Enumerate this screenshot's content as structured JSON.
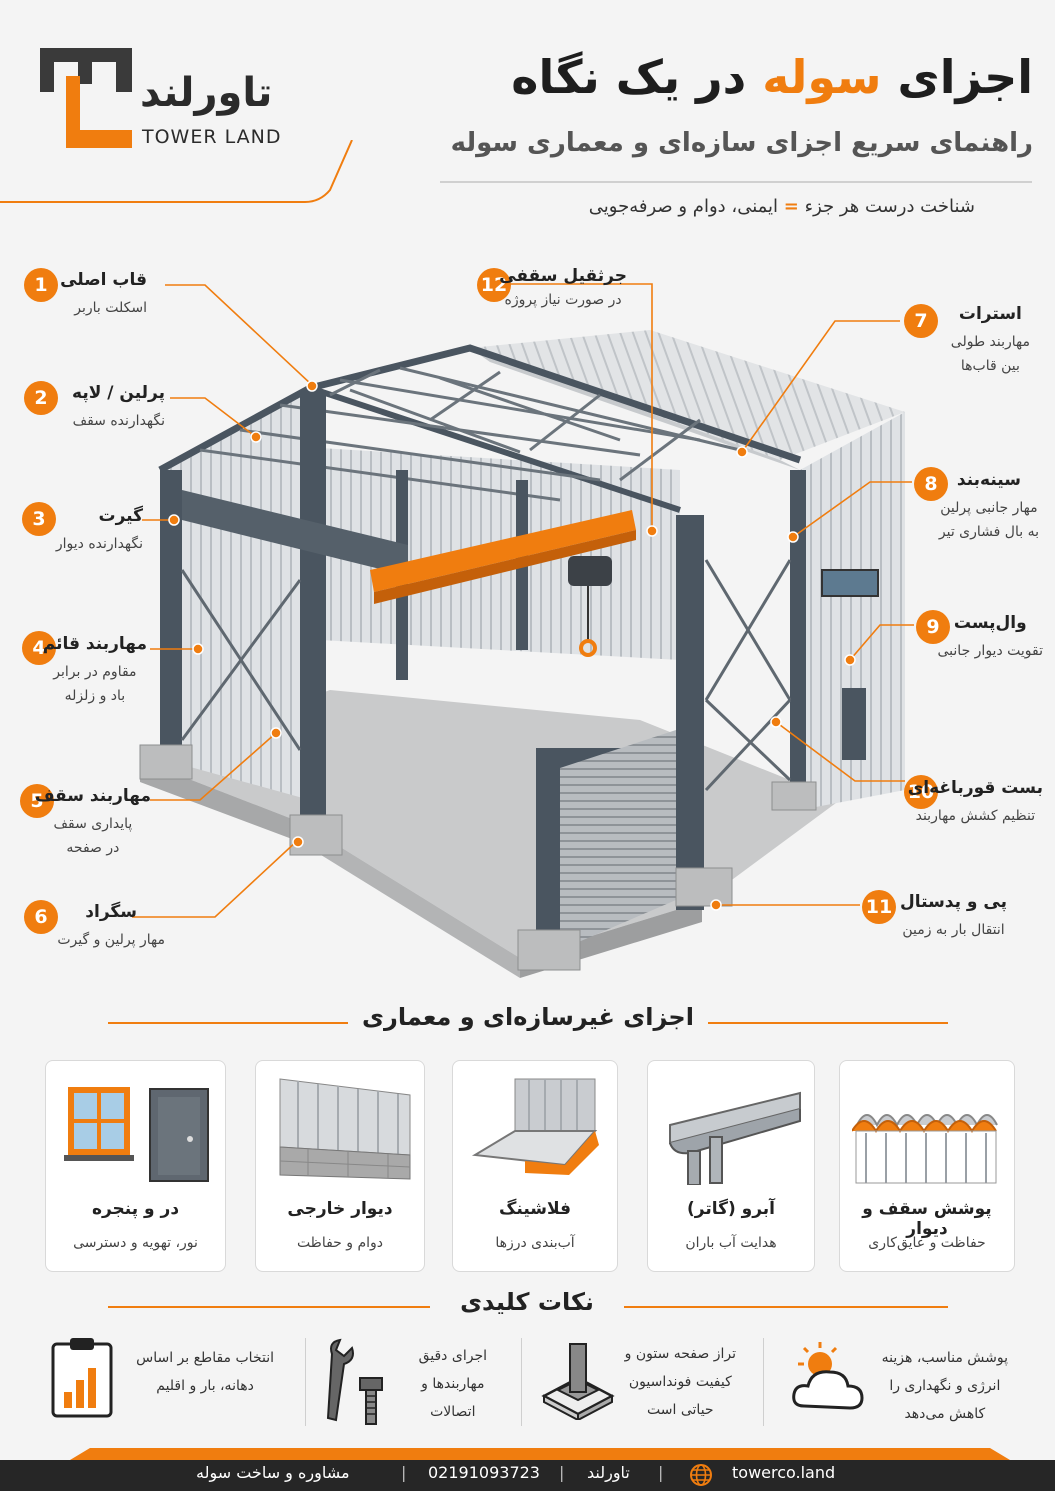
{
  "brand": {
    "name_fa": "تاورلند",
    "name_en": "TOWER LAND"
  },
  "header": {
    "title_part1": "اجزای",
    "title_highlight": "سوله",
    "title_part2": "در یک نگاه",
    "subtitle": "راهنمای سریع اجزای سازه‌ای و معماری سوله",
    "tagline_part1": "شناخت درست هر جزء",
    "tagline_eq": "=",
    "tagline_part2": "ایمنی، دوام و صرفه‌جویی"
  },
  "components": [
    {
      "num": "1",
      "title": "قاب اصلی",
      "desc": [
        "اسکلت باربر"
      ]
    },
    {
      "num": "2",
      "title": "پرلین / لاپه",
      "desc": [
        "نگهدارنده سقف"
      ]
    },
    {
      "num": "3",
      "title": "گیرت",
      "desc": [
        "نگهدارنده دیوار"
      ]
    },
    {
      "num": "4",
      "title": "مهاربند قائم",
      "desc": [
        "مقاوم در برابر",
        "باد و زلزله"
      ]
    },
    {
      "num": "5",
      "title": "مهاربند سقف",
      "desc": [
        "پایداری سقف",
        "در صفحه"
      ]
    },
    {
      "num": "6",
      "title": "سگراد",
      "desc": [
        "مهار پرلین و گیرت"
      ]
    },
    {
      "num": "7",
      "title": "استرات",
      "desc": [
        "مهاربند طولی",
        "بین قاب‌ها"
      ]
    },
    {
      "num": "8",
      "title": "سینه‌بند",
      "desc": [
        "مهار جانبی پرلین",
        "به بال فشاری تیر"
      ]
    },
    {
      "num": "9",
      "title": "وال‌پست",
      "desc": [
        "تقویت دیوار جانبی"
      ]
    },
    {
      "num": "10",
      "title": "بست قورباغه‌ای",
      "desc": [
        "تنظیم کشش مهاربند"
      ]
    },
    {
      "num": "11",
      "title": "پی و پدستال",
      "desc": [
        "انتقال بار به زمین"
      ]
    },
    {
      "num": "12",
      "title": "جرثقیل سقفی",
      "desc": [
        "در صورت نیاز پروژه"
      ]
    }
  ],
  "non_structural": {
    "heading": "اجزای غیرسازه‌ای و معماری",
    "cards": [
      {
        "icon": "roof-sheet-icon",
        "title": "پوشش سقف و دیوار",
        "desc": "حفاظت و عایق‌کاری"
      },
      {
        "icon": "gutter-icon",
        "title": "آبرو (گاتر)",
        "desc": "هدایت آب باران"
      },
      {
        "icon": "flashing-icon",
        "title": "فلاشینگ",
        "desc": "آب‌بندی درزها"
      },
      {
        "icon": "wall-icon",
        "title": "دیوار خارجی",
        "desc": "دوام و حفاظت"
      },
      {
        "icon": "door-window-icon",
        "title": "در و پنجره",
        "desc": "نور، تهویه و دسترسی"
      }
    ]
  },
  "key_points": {
    "heading": "نکات کلیدی",
    "tips": [
      {
        "icon": "sun-cloud-icon",
        "lines": [
          "پوشش مناسب، هزینه",
          "انرژی و نگهداری را",
          "کاهش می‌دهد"
        ]
      },
      {
        "icon": "base-plate-icon",
        "lines": [
          "تراز صفحه ستون و",
          "کیفیت فونداسیون",
          "حیاتی است"
        ]
      },
      {
        "icon": "wrench-bolt-icon",
        "lines": [
          "اجرای دقیق",
          "مهاربندها و",
          "اتصالات"
        ]
      },
      {
        "icon": "clipboard-chart-icon",
        "lines": [
          "انتخاب مقاطع بر اساس",
          "دهانه، بار و اقلیم"
        ]
      }
    ]
  },
  "footer": {
    "service": "مشاوره و ساخت سوله",
    "phone": "02191093723",
    "brand": "تاورلند",
    "website": "towerco.land",
    "sep": "|"
  },
  "colors": {
    "accent": "#f07d0f",
    "dark": "#262626",
    "steel": "#4a5560"
  }
}
